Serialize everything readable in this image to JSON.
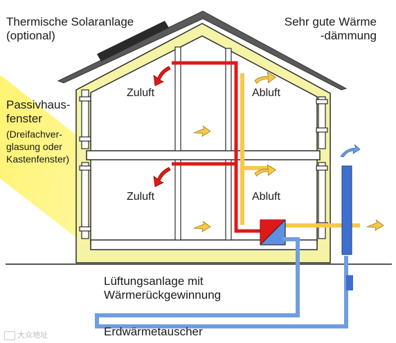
{
  "labels": {
    "solar_line1": "Thermische Solaranlage",
    "solar_line2": "(optional)",
    "insulation_line1": "Sehr gute Wärme",
    "insulation_line2": "-dämmung",
    "window_line1": "Passivhaus-",
    "window_line2": "fenster",
    "window_line3": "(Dreifachver-",
    "window_line4": "glasung oder",
    "window_line5": "Kastenfenster)",
    "supply_upper": "Zuluft",
    "exhaust_upper": "Abluft",
    "supply_lower": "Zuluft",
    "exhaust_lower": "Abluft",
    "ventilation_line1": "Lüftungsanlage mit",
    "ventilation_line2": "Wärmerückgewinnung",
    "ground_exchanger": "Erdwärmetauscher",
    "watermark": "大众地址"
  },
  "colors": {
    "wall": "#f4f3a6",
    "wall_stroke": "#2a2a2a",
    "roof": "#5a5a5a",
    "sun": "#fff36a",
    "supply_duct": "#e01818",
    "exhaust_duct": "#f6c94a",
    "ground_duct": "#6f9ee0",
    "heat_exchanger_red": "#e01818",
    "heat_exchanger_blue": "#5f8fe0",
    "chimney": "#3e6fd0",
    "ground_line": "#555555"
  }
}
